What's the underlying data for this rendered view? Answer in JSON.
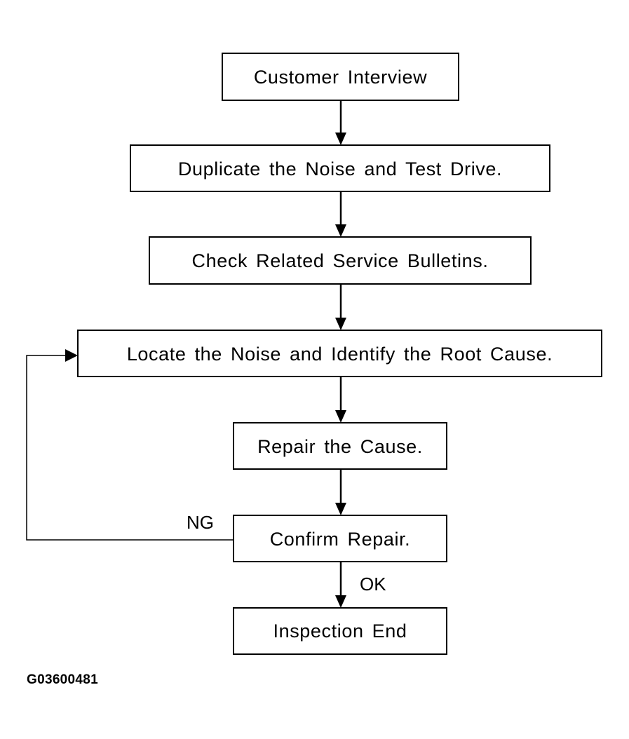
{
  "steps": [
    "Customer Interview",
    "Duplicate the Noise and Test Drive.",
    "Check Related Service Bulletins.",
    "Locate the Noise and Identify the Root Cause.",
    "Repair the Cause.",
    "Confirm Repair.",
    "Inspection End"
  ],
  "branches": {
    "ng_label": "NG",
    "ok_label": "OK"
  },
  "figure_id": "G03600481"
}
